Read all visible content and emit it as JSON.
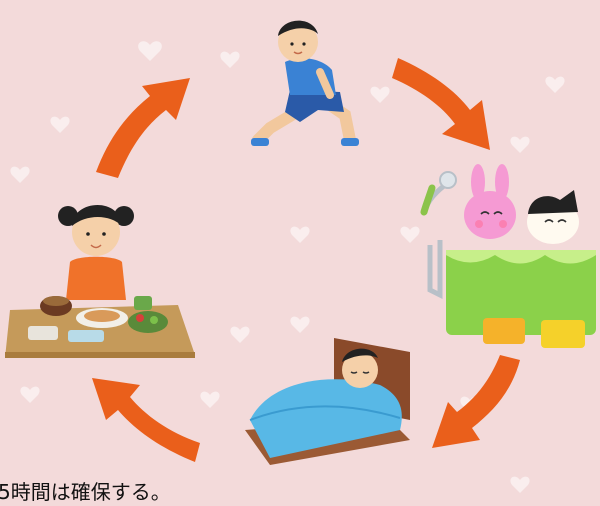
{
  "caption": {
    "text": "5時間は確保する。"
  },
  "illustrations": [
    {
      "name": "stretching-boy",
      "description_icon": "exercise-icon"
    },
    {
      "name": "bath-animals",
      "description_icon": "bath-icon"
    },
    {
      "name": "sleeping-boy",
      "description_icon": "sleep-icon"
    },
    {
      "name": "eating-girl",
      "description_icon": "meal-icon"
    }
  ],
  "colors": {
    "background": "#f3dada",
    "arrow": "#ea5f1b"
  }
}
